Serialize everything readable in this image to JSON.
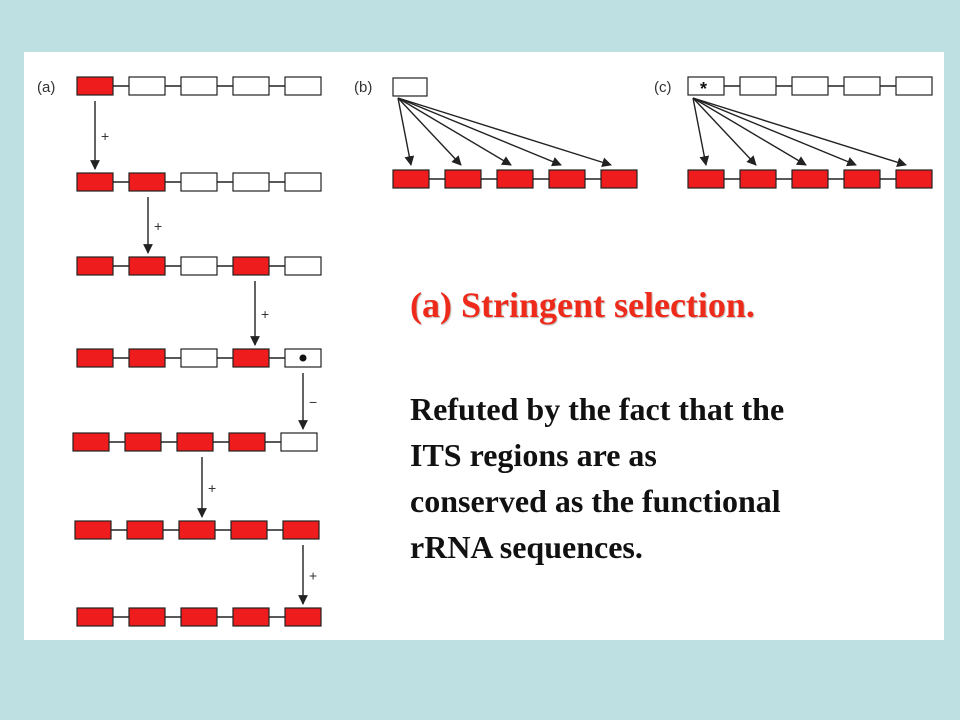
{
  "slide": {
    "heading": "(a) Stringent selection.",
    "body_lines": [
      "Refuted by the fact that the",
      "ITS regions are as",
      "conserved as the functional",
      "rRNA sequences."
    ]
  },
  "diagram": {
    "panel_labels": [
      "(a)",
      "(b)",
      "(c)"
    ],
    "panel_a_rows": [
      [
        "red",
        "white",
        "white",
        "white",
        "white"
      ],
      [
        "red",
        "red",
        "white",
        "white",
        "white"
      ],
      [
        "red",
        "red",
        "white",
        "red",
        "white"
      ],
      [
        "red",
        "red",
        "white",
        "red",
        "dot"
      ],
      [
        "red",
        "red",
        "red",
        "red",
        "white"
      ],
      [
        "red",
        "red",
        "red",
        "red",
        "red"
      ],
      [
        "red",
        "red",
        "red",
        "red",
        "red"
      ]
    ],
    "panel_a_step_signs": [
      "+",
      "+",
      "+",
      "−",
      "+",
      "+"
    ],
    "panel_b_source": "white",
    "panel_c_source_symbol": "*",
    "colors": {
      "selected": "#ee1c1c",
      "unselected": "#ffffff",
      "outline": "#222222",
      "background": "#bfe0e3",
      "heading": "#ee2a1b"
    }
  }
}
